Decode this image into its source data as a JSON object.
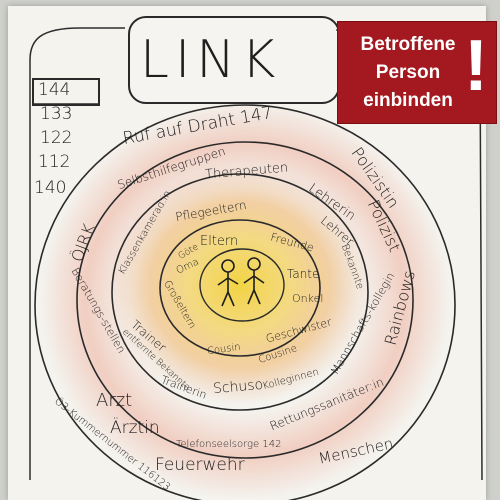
{
  "sign": {
    "line1": "Betroffene",
    "line2": "Person",
    "line3": "einbinden",
    "mark": "!",
    "color": "#a3191f"
  },
  "title": "LINK",
  "numbers": [
    "144",
    "133",
    "122",
    "112",
    "140"
  ],
  "center": {
    "label": "two stick figures"
  },
  "rings": {
    "outer_top": "Ruf auf Draht 147",
    "outer": [
      "ÖJRK",
      "Beratungs-stellen",
      "Polizistin",
      "Polizist",
      "Rainbows",
      "Arzt",
      "Ärztin",
      "Feuerwehr",
      "Menschen",
      "Ö3-Kummernummer 116123",
      "Rettungssanitäter:in",
      "Telefonseelsorge 142"
    ],
    "ring3": [
      "Selbsthilfegruppen",
      "Therapeuten",
      "Klassenkamerad:in",
      "Lehrerin",
      "Lehrer",
      "Trainer",
      "Trainerin",
      "Schuso",
      "Kolleginnen",
      "Mannschafts-kollegin",
      "Bekannte",
      "entfernte Bekannte"
    ],
    "ring2": [
      "Pflegeeltern",
      "Großeltern",
      "Cousin",
      "Cousine",
      "Geschwister",
      "Oma",
      "Freunde",
      "Tante",
      "Onkel"
    ],
    "inner": [
      "Eltern",
      "Göte"
    ]
  }
}
